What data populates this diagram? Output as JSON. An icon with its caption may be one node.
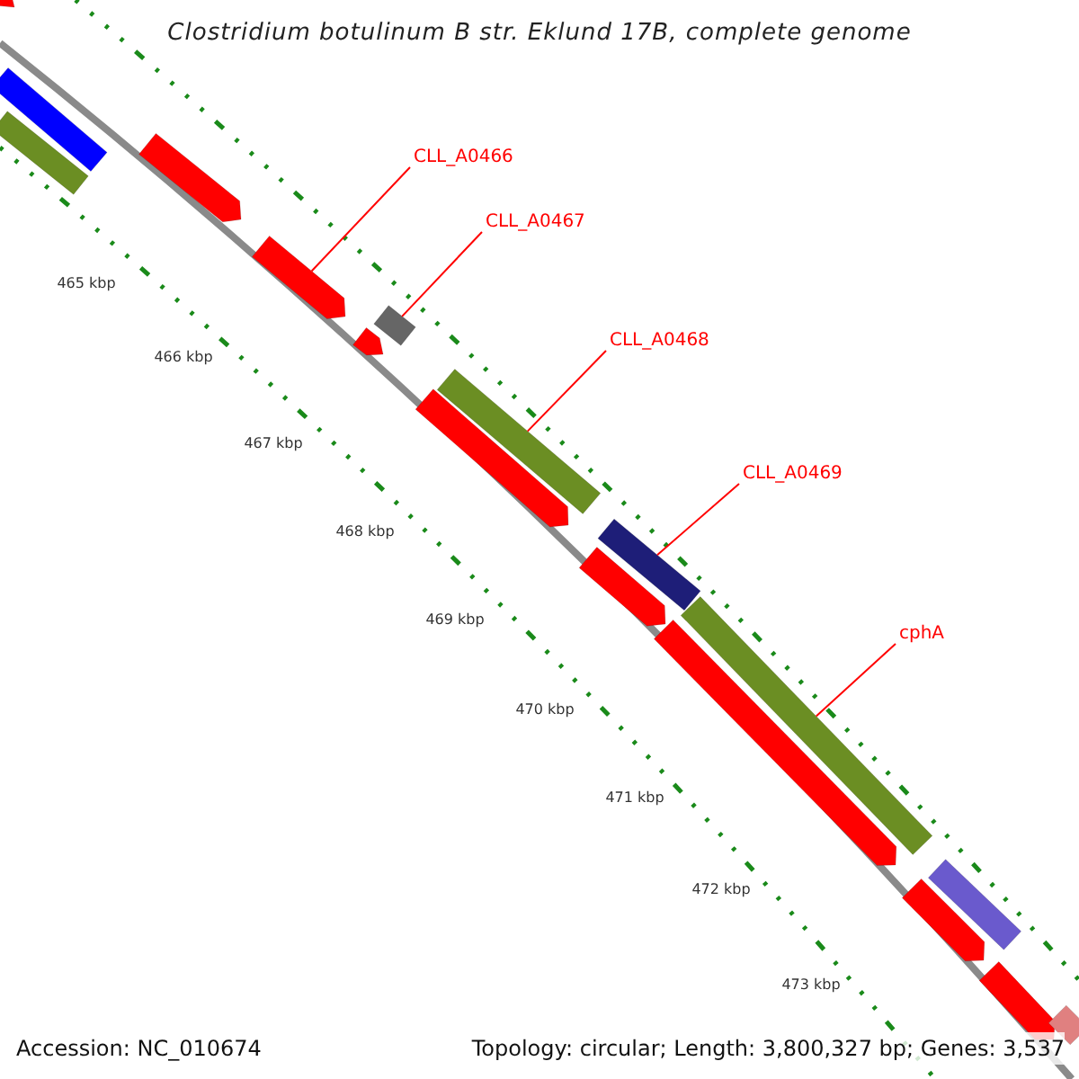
{
  "diagram": {
    "title": "Clostridium botulinum B str. Eklund 17B, complete genome",
    "nodes": [
      {
        "text": [
          "CLL_A0466"
        ]
      },
      {
        "text": [
          "CLL_A0467"
        ]
      },
      {
        "text": [
          "CLL_A0468"
        ]
      },
      {
        "text": [
          "CLL_A0469"
        ]
      },
      {
        "text": [
          "cphA"
        ]
      },
      {
        "text": [],
        "shape": "arrow"
      },
      {
        "text": [],
        "shape": "bar"
      },
      {
        "text": [],
        "shape": "bar"
      },
      {
        "text": [],
        "shape": "arrow"
      },
      {
        "text": [],
        "shape": "arrow"
      },
      {
        "text": [],
        "shape": "arrow"
      },
      {
        "text": [],
        "shape": "bar"
      },
      {
        "text": [],
        "shape": "arrow"
      },
      {
        "text": [],
        "shape": "bar"
      },
      {
        "text": [],
        "shape": "arrow"
      },
      {
        "text": [],
        "shape": "bar"
      },
      {
        "text": [],
        "shape": "arrow"
      },
      {
        "text": [],
        "shape": "bar"
      },
      {
        "text": [],
        "shape": "arrow"
      },
      {
        "text": [],
        "shape": "bar"
      },
      {
        "text": [],
        "shape": "arrow"
      },
      {
        "text": [],
        "shape": "bar"
      }
    ],
    "edges": [
      {
        "from": 0,
        "to": 9,
        "arrow": "none"
      },
      {
        "from": 1,
        "to": 11,
        "arrow": "none"
      },
      {
        "from": 2,
        "to": 13,
        "arrow": "none"
      },
      {
        "from": 3,
        "to": 15,
        "arrow": "none"
      },
      {
        "from": 4,
        "to": 17,
        "arrow": "none"
      }
    ],
    "labels": [
      "465 kbp",
      "466 kbp",
      "467 kbp",
      "468 kbp",
      "469 kbp",
      "470 kbp",
      "471 kbp",
      "472 kbp",
      "473 kbp",
      "Accession: NC_010674",
      "Topology: circular; Length: 3,800,327 bp; Genes: 3,537"
    ]
  }
}
